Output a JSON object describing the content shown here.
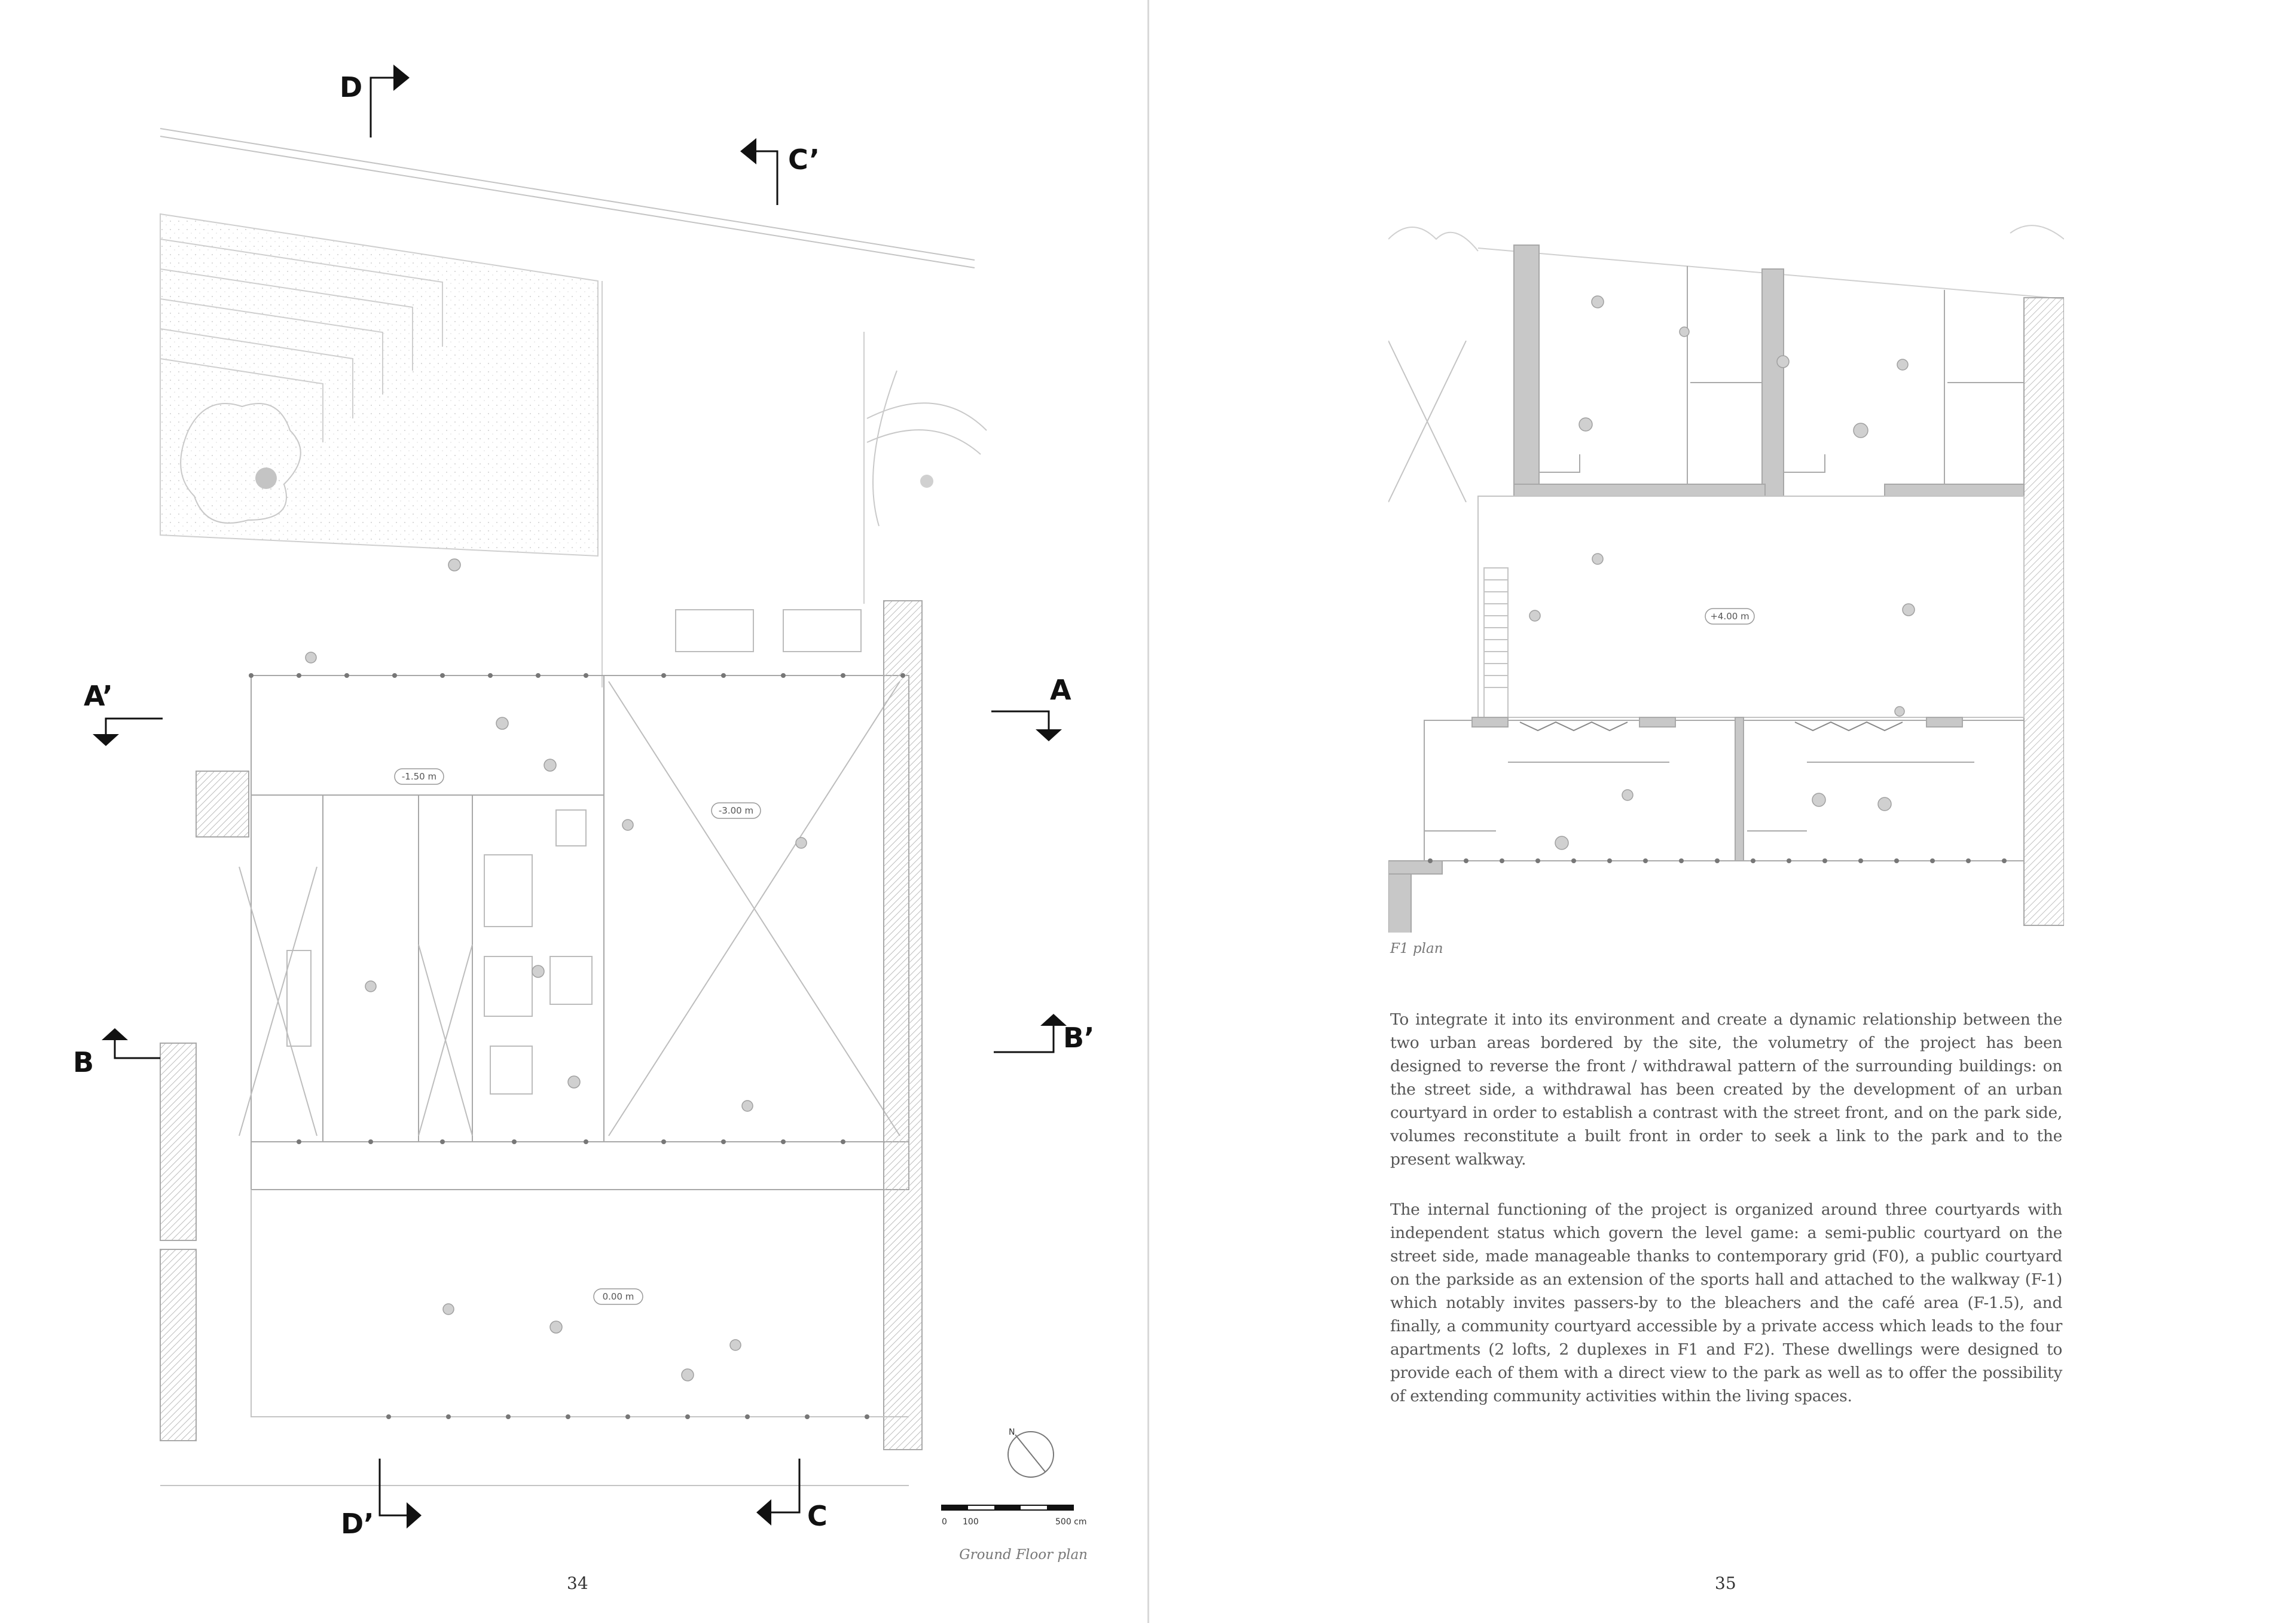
{
  "left_page": {
    "page_number": "34",
    "caption": "Ground Floor plan",
    "section_markers": {
      "d": "D",
      "d_prime": "D’",
      "c": "C",
      "c_prime": "C’",
      "a": "A",
      "a_prime": "A’",
      "b": "B",
      "b_prime": "B’"
    },
    "levels": {
      "upper_courtyard": "-1.50 m",
      "sports_hall": "-3.00 m",
      "street_courtyard": "0.00 m"
    },
    "scale_bar": {
      "start": "0",
      "mid": "100",
      "end": "500 cm"
    },
    "north_label": "N"
  },
  "right_page": {
    "page_number": "35",
    "caption": "F1 plan",
    "levels": {
      "community_courtyard": "+4.00 m"
    },
    "paragraphs": [
      "To integrate it into its environment and create a dynamic relationship between the two urban areas bordered by the site, the volumetry of the project has been designed to reverse the front / withdrawal pattern of the surrounding buildings: on the street side, a withdrawal has been created by the development of an urban courtyard in order to establish a contrast with the street front, and on the park side, volumes reconstitute a built front in order to seek a link to the park and to the present walkway.",
      "The internal functioning of the project is organized around three courtyards with independent status which govern the level game: a semi-public courtyard on the street side, made manageable thanks to contemporary grid (F0), a public courtyard on the parkside as an extension of the sports hall and attached to the walkway (F-1) which notably invites passers-by to the bleachers and the café area (F-1.5), and finally, a community courtyard accessible by a private access which leads to the four apartments (2 lofts, 2 duplexes in F1 and F2). These dwellings were designed to provide each of them with a direct view to the park as well as to offer the possibility of extending community activities within the living spaces."
    ]
  },
  "colors": {
    "ink": "#111111",
    "line": "#9a9a9a",
    "wall": "#c8c8c8",
    "text": "#555555",
    "caption": "#777777"
  }
}
